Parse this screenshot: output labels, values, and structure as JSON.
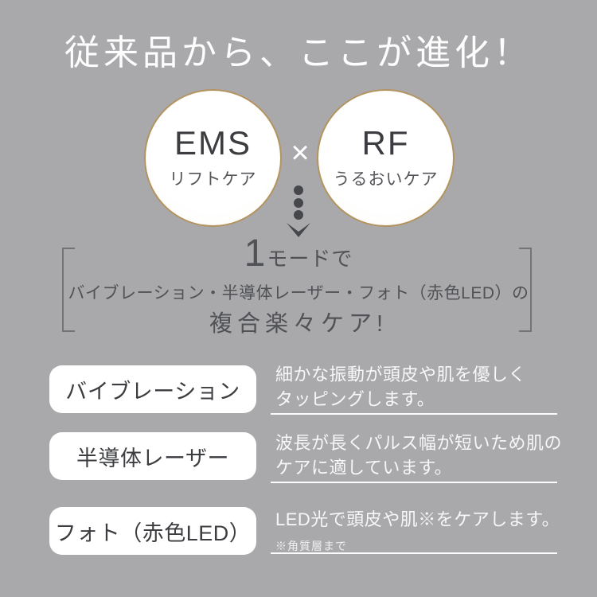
{
  "header": {
    "title": "従来品から、ここが進化！"
  },
  "combo": {
    "left_circle": {
      "main": "EMS",
      "sub": "リフトケア"
    },
    "times_sign": "×",
    "right_circle": {
      "main": "RF",
      "sub": "うるおいケア"
    }
  },
  "result": {
    "mode_number": "1",
    "mode_text": "モードで",
    "detail": "バイブレーション・半導体レーザー・フォト（赤色LED）の",
    "headline": "複合楽々ケア!"
  },
  "features": [
    {
      "label": "バイブレーション",
      "line1": "細かな振動が頭皮や肌を優しく",
      "line2": "タッピングします。",
      "note": ""
    },
    {
      "label": "半導体レーザー",
      "line1": "波長が長くパルス幅が短いため肌の",
      "line2": "ケアに適しています。",
      "note": ""
    },
    {
      "label": "フォト（赤色LED）",
      "line1": "LED光で頭皮や肌※をケアします。",
      "line2": "",
      "note": "※角質層まで"
    }
  ],
  "colors": {
    "background": "#a9a9ab",
    "circle_border_gold": "#b3935e",
    "text_dark": "#4f5054",
    "text_white": "#ffffff",
    "arrow_gray": "#46474a"
  }
}
